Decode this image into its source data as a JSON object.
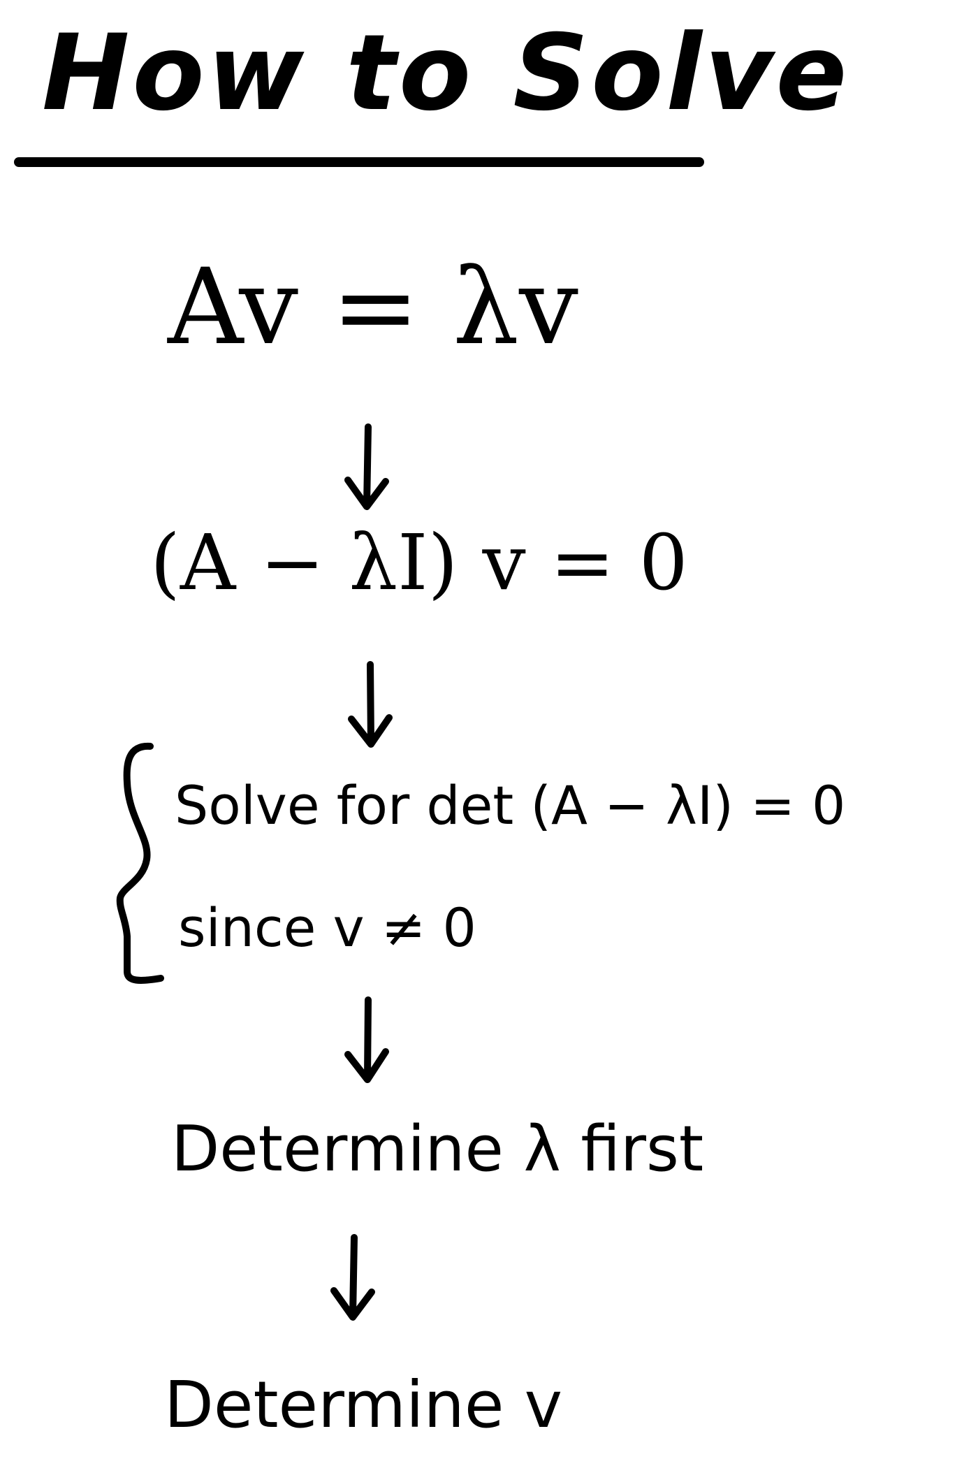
{
  "title": "How to Solve",
  "steps": {
    "equation_1": "Av = λv",
    "equation_2": "(A − λI) v = 0",
    "condition_line_1": "Solve for det (A − λI) = 0",
    "condition_line_2": "since v ≠ 0",
    "step_4": "Determine λ first",
    "step_5": "Determine v"
  },
  "icons": [
    "arrow-down-icon",
    "left-brace-icon"
  ],
  "colors": {
    "ink": "#000000",
    "background": "#ffffff"
  }
}
